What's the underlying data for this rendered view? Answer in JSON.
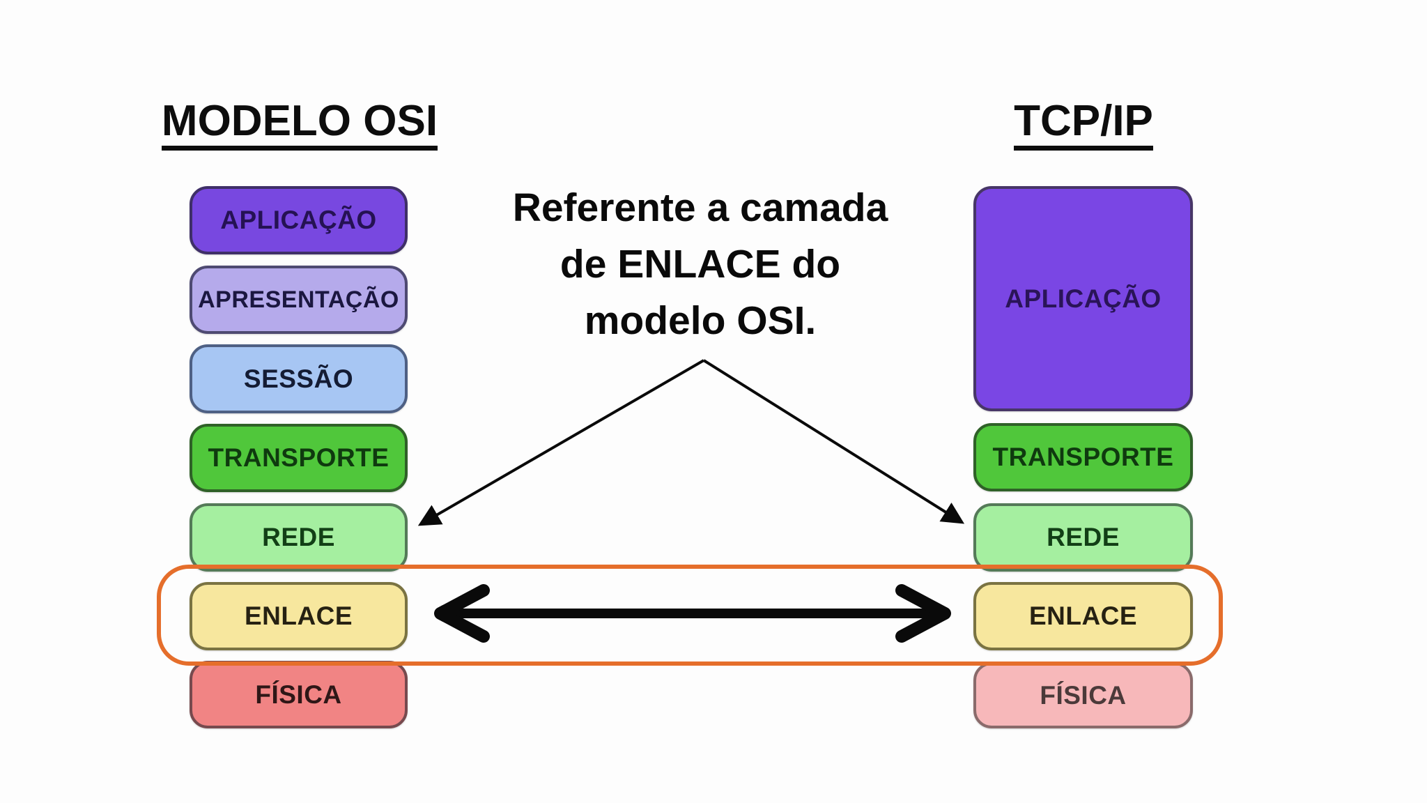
{
  "osi": {
    "title": "MODELO OSI",
    "layers": [
      {
        "label": "APLICAÇÃO",
        "fill": "#7848e0",
        "border": "#3f2f68",
        "text": "#251253"
      },
      {
        "label": "APRESENTAÇÃO",
        "fill": "#b5aaeb",
        "border": "#4e4a72",
        "text": "#1b1740"
      },
      {
        "label": "SESSÃO",
        "fill": "#a7c6f3",
        "border": "#4e6084",
        "text": "#141c34"
      },
      {
        "label": "TRANSPORTE",
        "fill": "#50c73b",
        "border": "#2f6128",
        "text": "#0f3a0f"
      },
      {
        "label": "REDE",
        "fill": "#a5efa0",
        "border": "#547a58",
        "text": "#123f16"
      },
      {
        "label": "ENLACE",
        "fill": "#f7e79e",
        "border": "#7a7342",
        "text": "#262112"
      },
      {
        "label": "FÍSICA",
        "fill": "#f18484",
        "border": "#774a4e",
        "text": "#2f1717"
      }
    ]
  },
  "tcpip": {
    "title": "TCP/IP",
    "layers": [
      {
        "label": "APLICAÇÃO",
        "fill": "#7a46e4",
        "border": "#473667",
        "text": "#2a1458"
      },
      {
        "label": "TRANSPORTE",
        "fill": "#50c73b",
        "border": "#2f6128",
        "text": "#0f3a0f"
      },
      {
        "label": "REDE",
        "fill": "#a5efa0",
        "border": "#547a58",
        "text": "#123f16"
      },
      {
        "label": "ENLACE",
        "fill": "#f7e79e",
        "border": "#7a7342",
        "text": "#262112"
      },
      {
        "label": "FÍSICA",
        "fill": "#f7b8ba",
        "border": "#8a6b6b",
        "text": "#4b3a3a"
      }
    ]
  },
  "annotation": {
    "lines": [
      "Referente a camada",
      "de ENLACE do",
      "modelo OSI."
    ]
  },
  "highlight": {
    "border": "#e56e2b"
  },
  "colors": {
    "arrow": "#0a0a0a"
  }
}
